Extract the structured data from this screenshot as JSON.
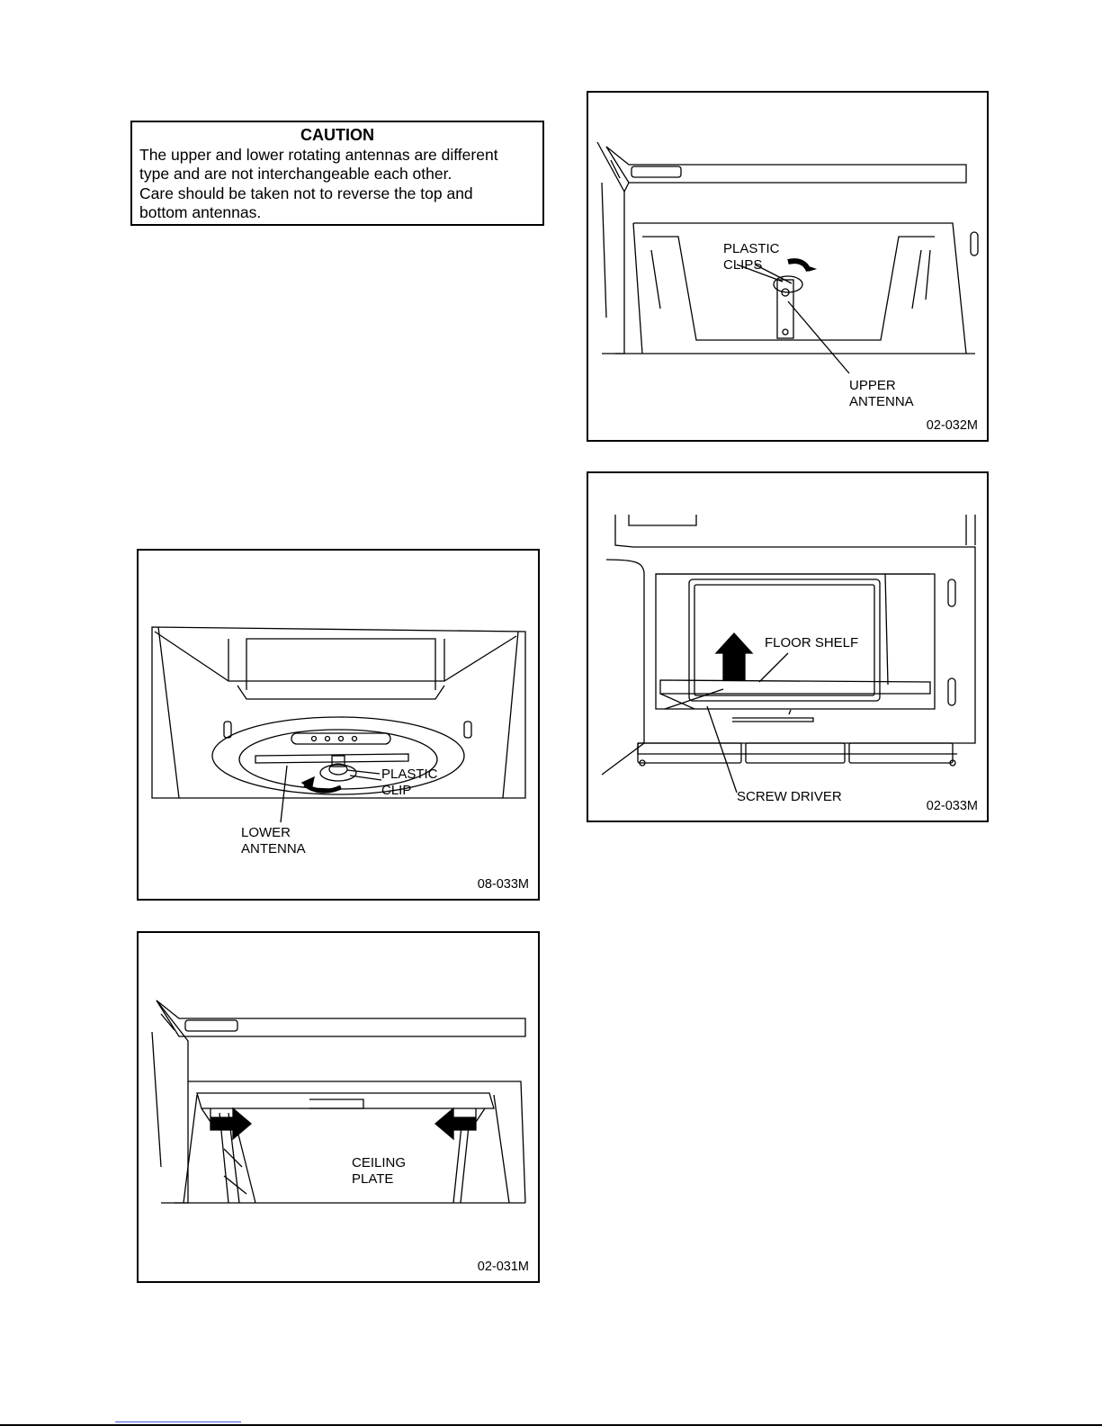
{
  "caution": {
    "title": "CAUTION",
    "lines": [
      "The upper and lower rotating antennas are different",
      "type and are not interchangeable each other.",
      "Care should be taken not to reverse the top and",
      "bottom antennas."
    ]
  },
  "figures": {
    "upper_antenna": {
      "code": "02-032M",
      "label_clips": "PLASTIC\nCLIPS",
      "label_antenna": "UPPER\nANTENNA"
    },
    "floor_shelf": {
      "code": "02-033M",
      "label_shelf": "FLOOR SHELF",
      "label_driver": "SCREW DRIVER"
    },
    "lower_antenna": {
      "code": "08-033M",
      "label_clip": "PLASTIC\nCLIP",
      "label_antenna": "LOWER\nANTENNA"
    },
    "ceiling_plate": {
      "code": "02-031M",
      "label_plate": "CEILING\nPLATE"
    }
  },
  "colors": {
    "line": "#000000",
    "background": "#ffffff"
  }
}
